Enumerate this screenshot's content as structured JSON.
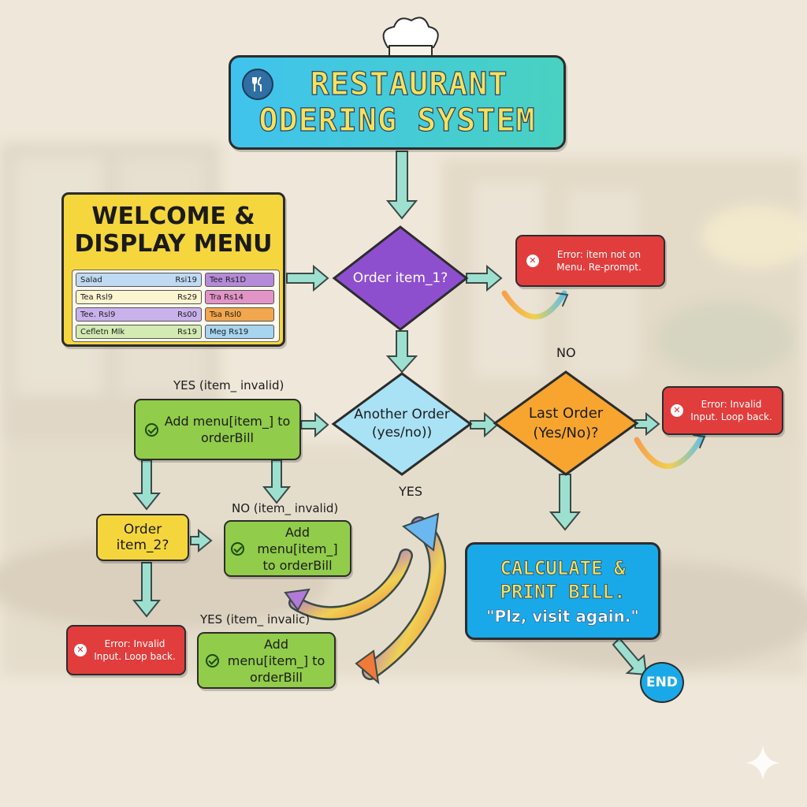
{
  "title": {
    "line1": "RESTAURANT",
    "line2": "ODERING SYSTEM"
  },
  "welcome": {
    "line1": "WELCOME &",
    "line2": "DISPLAY MENU",
    "menu": [
      {
        "name": "Salad",
        "price": "Rsi19"
      },
      {
        "name": "Tee Rs1D",
        "price": ""
      },
      {
        "name": "Tea Rsl9",
        "price": "Rs29"
      },
      {
        "name": "Tra Rs14",
        "price": ""
      },
      {
        "name": "Tee. Rsl9",
        "price": "Rs00"
      },
      {
        "name": "Tsa Rsl0",
        "price": ""
      },
      {
        "name": "Cefletn Mlk",
        "price": "Rs19"
      },
      {
        "name": "Meg Rs19",
        "price": ""
      }
    ]
  },
  "decisions": {
    "order1": "Order item_1?",
    "another": "Another Order (yes/no))",
    "last": "Last Order (Yes/No)?",
    "order2": "Order item_2?"
  },
  "processes": {
    "add1": "Add menu[item_] to orderBill",
    "add2": "Add menu[item_] to orderBill",
    "add3": "Add menu[item_] to orderBill"
  },
  "errors": {
    "e1": "Error: item not on Menu. Re-prompt.",
    "e2": "Error: Invalid Input. Loop back.",
    "e3": "Error: Invalid Input. Loop back."
  },
  "labels": {
    "yes1": "YES (item_ invalid)",
    "no1": "NO (item_ invalid)",
    "yes2": "YES (item_ invalic)",
    "no_top": "NO",
    "yes_mid": "YES"
  },
  "calc": {
    "line1": "CALCULATE &",
    "line2": "PRINT BILL.",
    "line3": "\"Plz, visit again.\""
  },
  "end": "END",
  "colors": {
    "title": "#3fc3ee",
    "welcome": "#f5d63d",
    "order1": "#8e4fcf",
    "another": "#a9e2f5",
    "last": "#f7a52f",
    "add": "#91cc4a",
    "error": "#e23d3d",
    "calc": "#1aa9e8",
    "arrow": "#8ed6c4"
  },
  "icons": [
    "chef-hat-icon",
    "fork-spoon-icon",
    "check-icon",
    "x-circle-icon",
    "star-icon",
    "sparkle-icon"
  ]
}
